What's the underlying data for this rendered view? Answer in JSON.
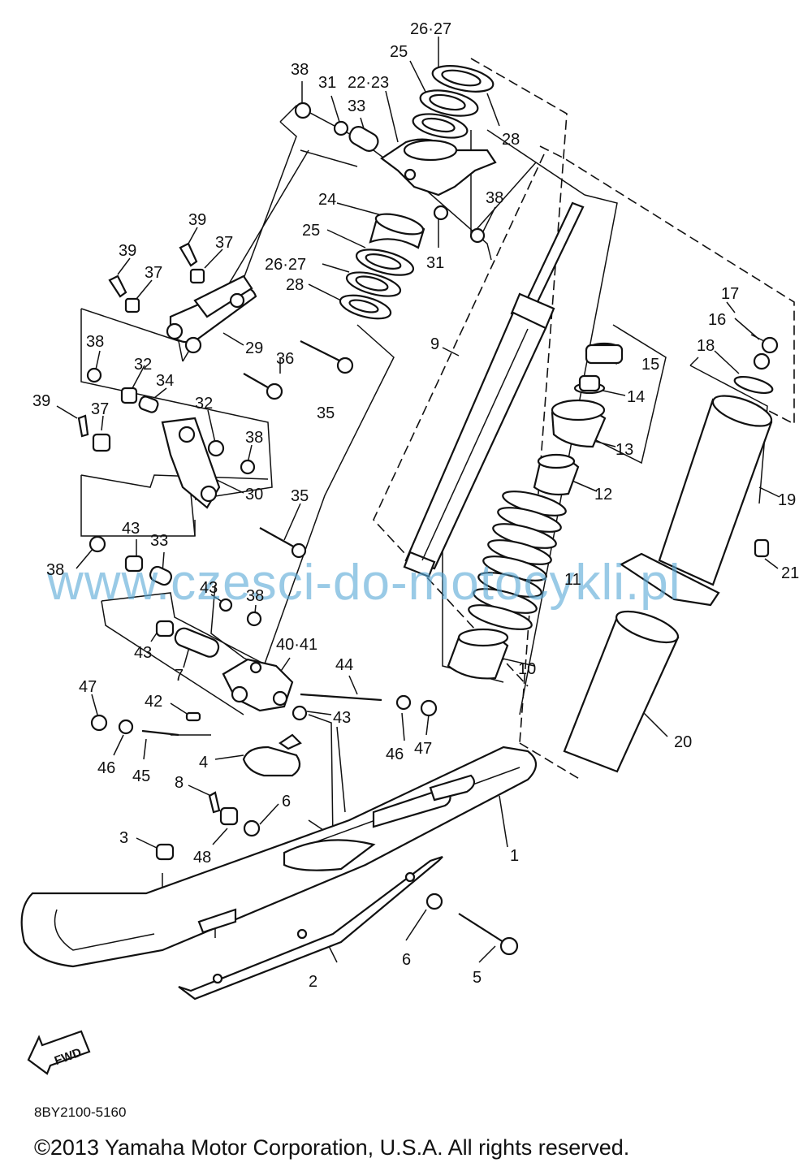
{
  "diagram": {
    "part_code": "8BY2100-5160",
    "copyright": "©2013 Yamaha Motor Corporation, U.S.A. All rights reserved.",
    "watermark": "www.czesci-do-motocykli.pl",
    "fwd_label": "FWD",
    "labels": {
      "l1": "1",
      "l2": "2",
      "l3": "3",
      "l4": "4",
      "l5": "5",
      "l6a": "6",
      "l6b": "6",
      "l7": "7",
      "l8": "8",
      "l9": "9",
      "l10": "10",
      "l11": "11",
      "l12": "12",
      "l13": "13",
      "l14": "14",
      "l15": "15",
      "l16": "16",
      "l17": "17",
      "l18": "18",
      "l19": "19",
      "l20": "20",
      "l21": "21",
      "l22_23": "22·23",
      "l24": "24",
      "l25a": "25",
      "l25b": "25",
      "l26_27a": "26·27",
      "l26_27b": "26·27",
      "l28a": "28",
      "l28b": "28",
      "l29": "29",
      "l30": "30",
      "l31a": "31",
      "l31b": "31",
      "l32a": "32",
      "l32b": "32",
      "l33a": "33",
      "l33b": "33",
      "l34": "34",
      "l35a": "35",
      "l35b": "35",
      "l36": "36",
      "l37a": "37",
      "l37b": "37",
      "l37c": "37",
      "l38a": "38",
      "l38b": "38",
      "l38c": "38",
      "l38d": "38",
      "l38e": "38",
      "l38f": "38",
      "l39a": "39",
      "l39b": "39",
      "l39c": "39",
      "l40_41": "40·41",
      "l42": "42",
      "l43a": "43",
      "l43b": "43",
      "l43c": "43",
      "l43d": "43",
      "l44": "44",
      "l45": "45",
      "l46a": "46",
      "l46b": "46",
      "l47a": "47",
      "l47b": "47",
      "l48": "48"
    }
  }
}
